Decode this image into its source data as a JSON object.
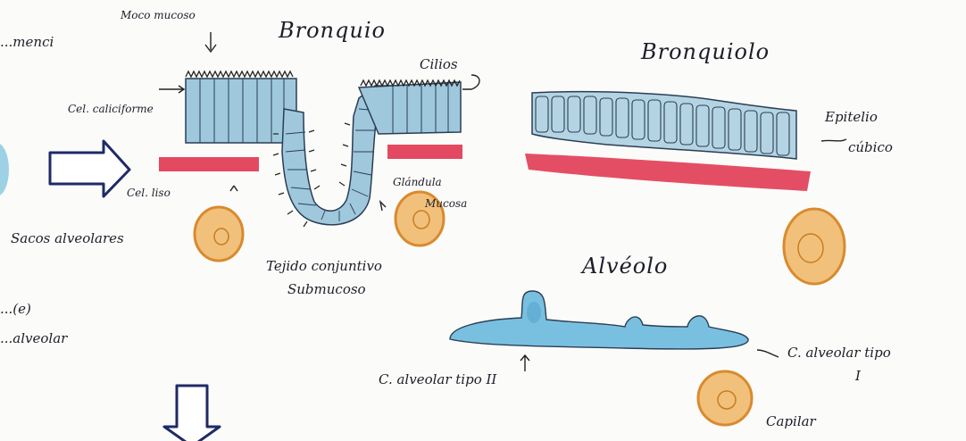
{
  "labels": {
    "left_top": "...menci",
    "left_sacos": "Sacos alveolares",
    "left_bottom_1": "...(e)",
    "left_bottom_2": "...alveolar",
    "moco_mucoso": "Moco mucoso",
    "bronquio": "Bronquio",
    "cilios": "Cilios",
    "cel_caliciforme": "Cel. caliciforme",
    "cel_liso": "Cel. liso",
    "glandula_mucosa_1": "Glándula",
    "glandula_mucosa_2": "Mucosa",
    "tejido_1": "Tejido conjuntivo",
    "tejido_2": "Submucoso",
    "bronquiolo": "Bronquiolo",
    "epitelio_1": "Epitelio",
    "epitelio_2": "cúbico",
    "alveolo": "Alvéolo",
    "cel_tipo2": "C. alveolar tipo II",
    "cel_tipo1_1": "C. alveolar tipo",
    "cel_tipo1_2": "I",
    "capilar": "Capilar"
  },
  "colors": {
    "epithelium": "#9fc8dc",
    "muscle": "#e0354f",
    "alveolar_blue": "#79c0e0",
    "capillary_fill": "#f1c17b",
    "capillary_ring": "#d98a2e",
    "arrow_fill": "#ffffff",
    "arrow_stroke": "#1f2a66",
    "ink": "#1d1d2a"
  }
}
